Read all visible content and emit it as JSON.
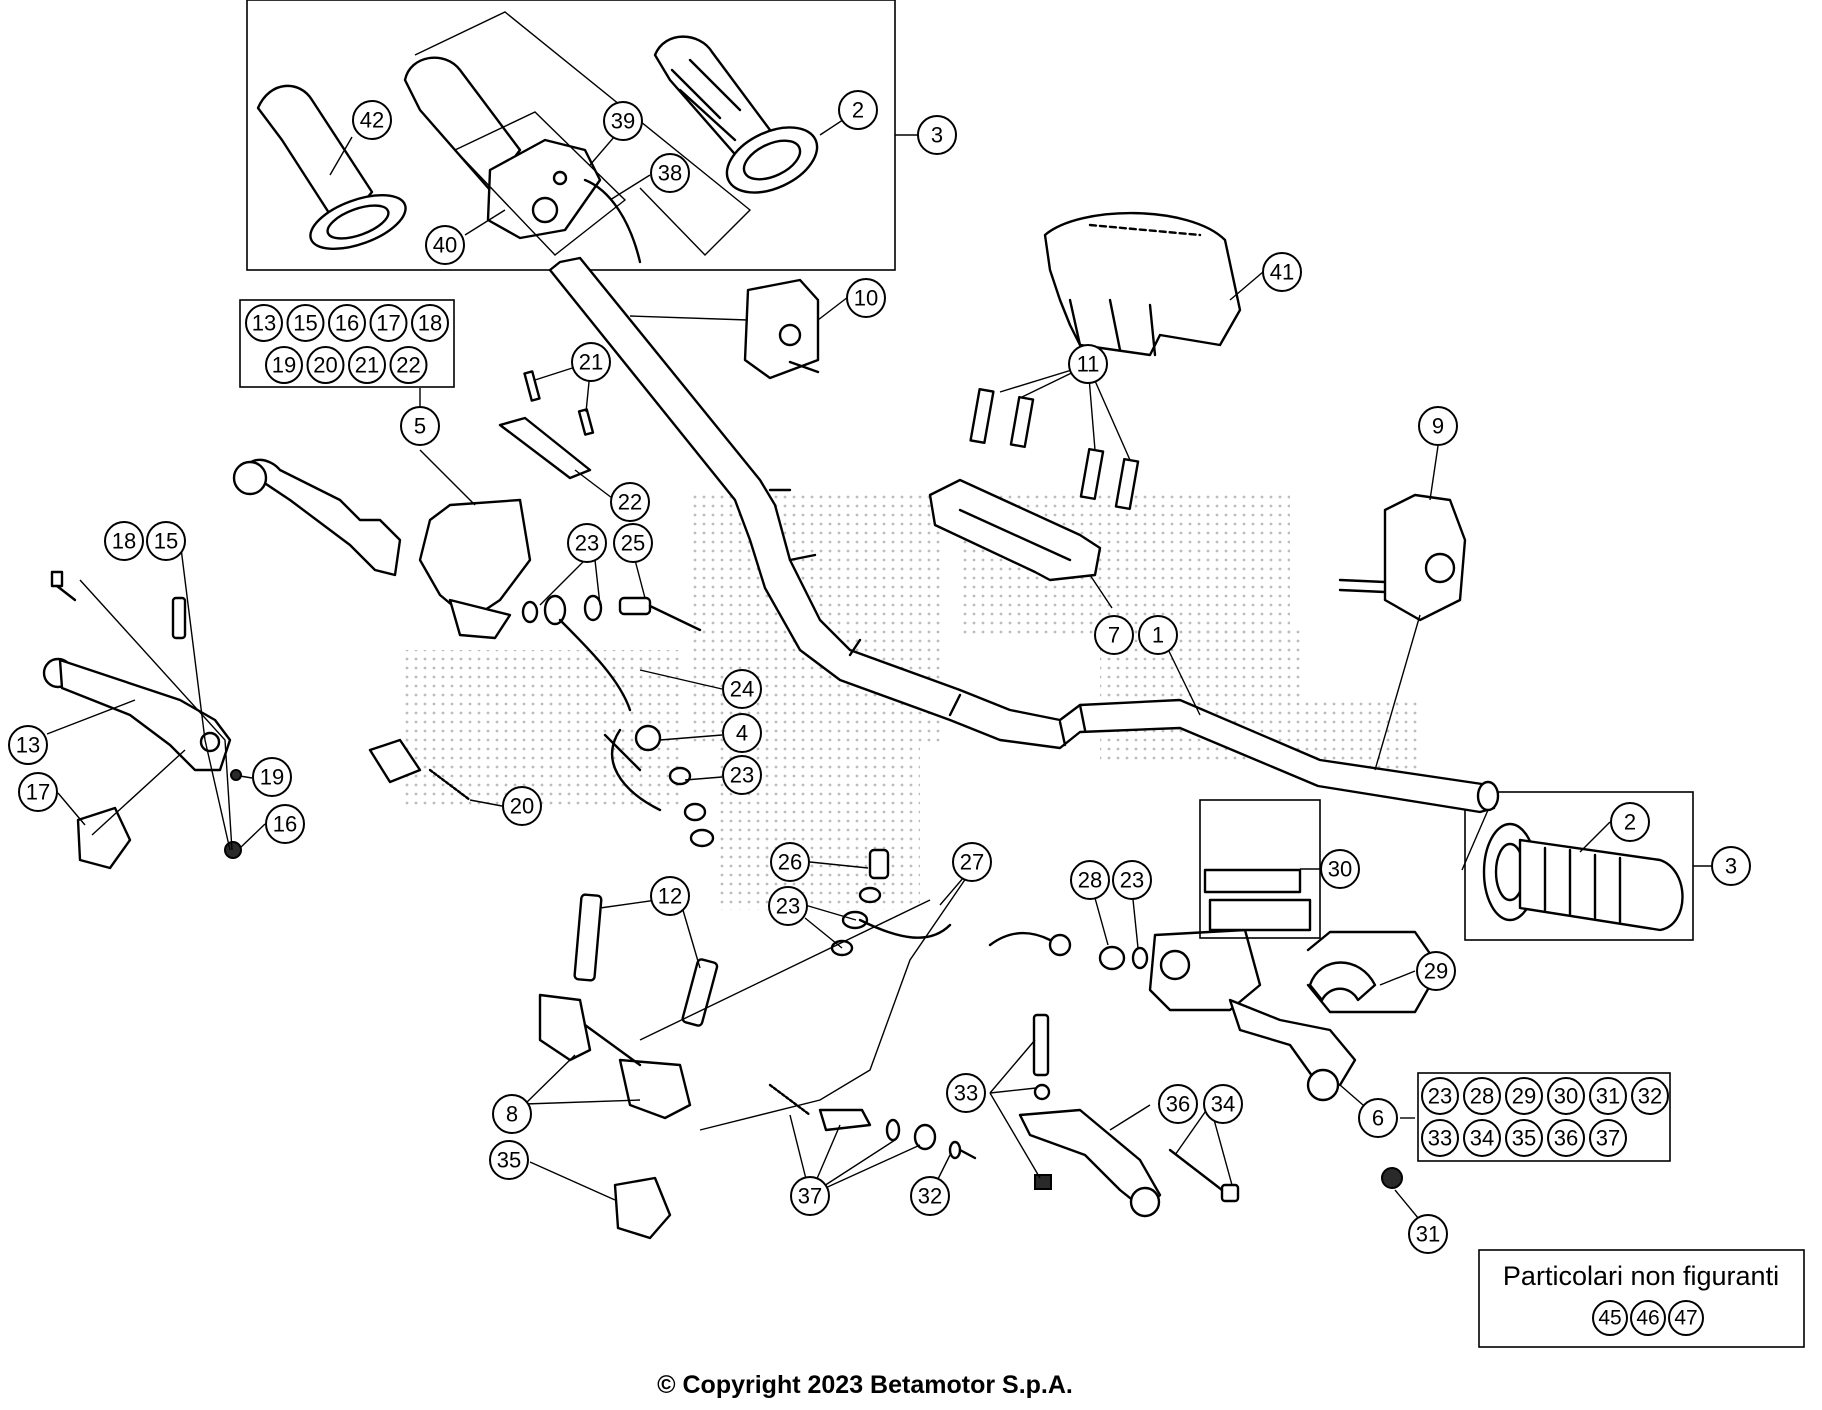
{
  "callouts": {
    "c42": "42",
    "c39": "39",
    "c2a": "2",
    "c3a": "3",
    "c38": "38",
    "c40": "40",
    "c10": "10",
    "c41": "41",
    "c11": "11",
    "c9": "9",
    "c21": "21",
    "c5": "5",
    "c22": "22",
    "c23a": "23",
    "c25": "25",
    "c18": "18",
    "c15": "15",
    "c7": "7",
    "c1": "1",
    "c24": "24",
    "c4": "4",
    "c23b": "23",
    "c13": "13",
    "c19": "19",
    "c17": "17",
    "c20": "20",
    "c16": "16",
    "c2b": "2",
    "c3b": "3",
    "c30": "30",
    "c26": "26",
    "c27": "27",
    "c28": "28",
    "c23c": "23",
    "c23d": "23",
    "c12": "12",
    "c29": "29",
    "c33": "33",
    "c36": "36",
    "c34": "34",
    "c6": "6",
    "c8": "8",
    "c35": "35",
    "c37": "37",
    "c32": "32",
    "c31": "31"
  },
  "kit_5": [
    "13",
    "15",
    "16",
    "17",
    "18",
    "19",
    "20",
    "21",
    "22"
  ],
  "kit_6": [
    "23",
    "28",
    "29",
    "30",
    "31",
    "32",
    "33",
    "34",
    "35",
    "36",
    "37"
  ],
  "not_shown": {
    "title": "Particolari non figuranti",
    "items": [
      "45",
      "46",
      "47"
    ]
  },
  "copyright": "© Copyright 2023 Betamotor S.p.A."
}
